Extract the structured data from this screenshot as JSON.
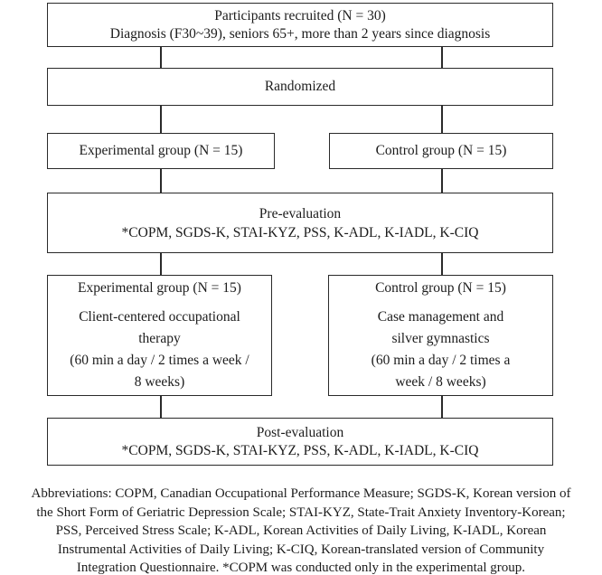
{
  "flow": {
    "participants": {
      "lines": [
        "Participants recruited (N = 30)",
        "Diagnosis (F30~39), seniors 65+, more than 2 years since diagnosis"
      ]
    },
    "randomized": {
      "label": "Randomized"
    },
    "experimental_allocation": {
      "label": "Experimental group (N = 15)"
    },
    "control_allocation": {
      "label": "Control group (N = 15)"
    },
    "pre_evaluation": {
      "lines": [
        "Pre-evaluation",
        "*COPM, SGDS-K, STAI-KYZ, PSS, K-ADL, K-IADL, K-CIQ"
      ]
    },
    "experimental_intervention": {
      "title": "Experimental group (N = 15)",
      "lines": [
        "Client-centered occupational",
        "therapy",
        "(60 min a day / 2 times a week /",
        "8 weeks)"
      ]
    },
    "control_intervention": {
      "title": "Control group (N = 15)",
      "lines": [
        "Case management and",
        "silver gymnastics",
        "(60 min a day / 2 times a",
        "week / 8 weeks)"
      ]
    },
    "post_evaluation": {
      "lines": [
        "Post-evaluation",
        "*COPM, SGDS-K, STAI-KYZ, PSS, K-ADL, K-IADL, K-CIQ"
      ]
    }
  },
  "caption": {
    "lines": [
      "Abbreviations: COPM, Canadian Occupational Performance Measure; SGDS-K, Korean version of",
      "the Short Form of Geriatric Depression Scale; STAI-KYZ, State-Trait Anxiety Inventory-Korean;",
      "PSS, Perceived Stress Scale; K-ADL, Korean Activities of Daily Living, K-IADL, Korean",
      "Instrumental Activities of Daily Living; K-CIQ, Korean-translated version of Community",
      "Integration Questionnaire. *COPM was conducted only in the experimental group."
    ]
  },
  "colors": {
    "border": "#2a2a2a",
    "text": "#1c1c1c",
    "background": "#ffffff"
  }
}
